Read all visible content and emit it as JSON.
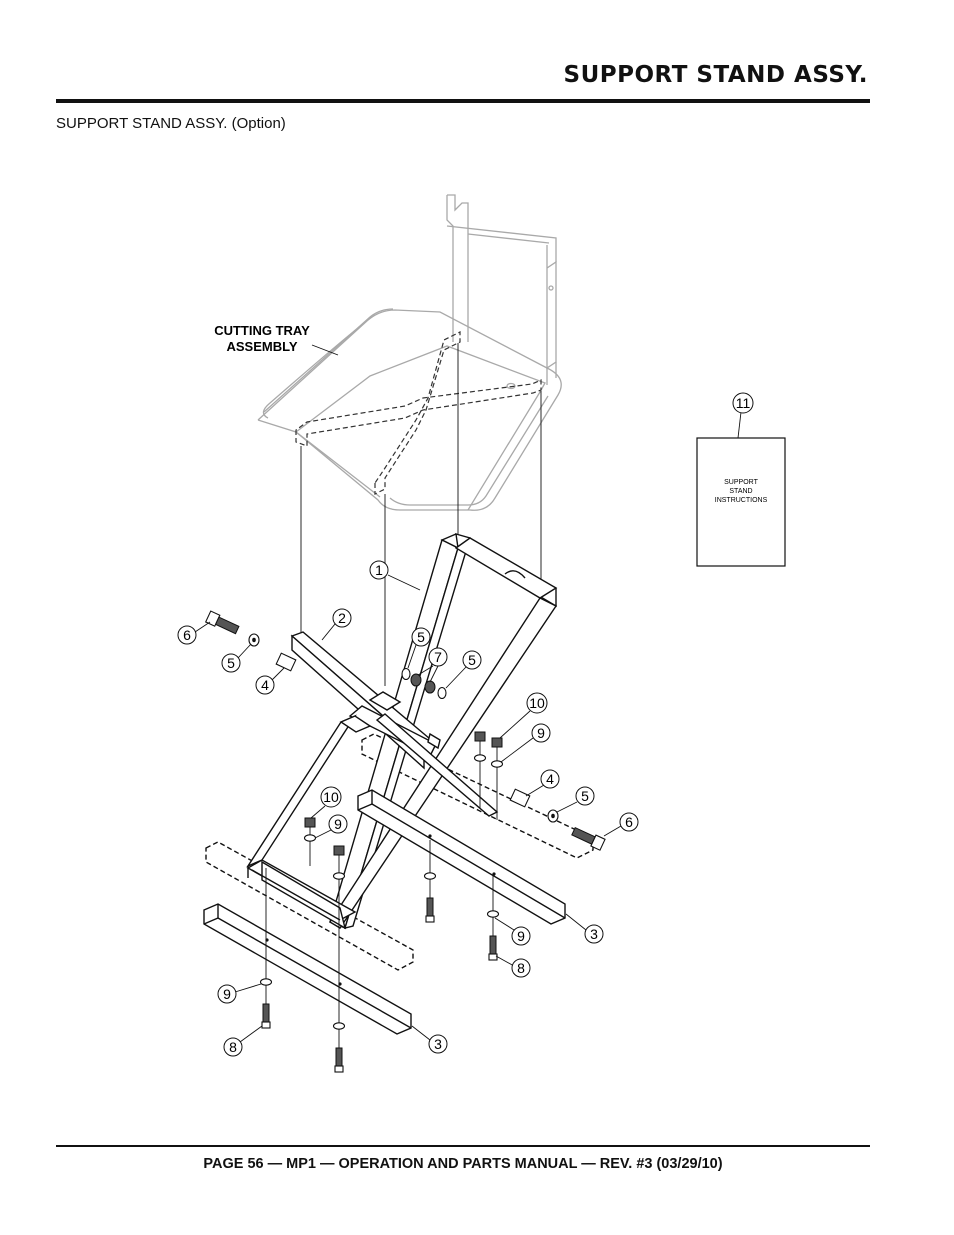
{
  "header": {
    "title": "SUPPORT STAND ASSY.",
    "subtitle": "SUPPORT STAND ASSY. (Option)"
  },
  "diagram": {
    "tray_label_line1": "CUTTING TRAY",
    "tray_label_line2": "ASSEMBLY",
    "booklet": {
      "line1": "SUPPORT",
      "line2": "STAND",
      "line3": "INSTRUCTIONS"
    },
    "callouts": {
      "c1": "1",
      "c2": "2",
      "c3a": "3",
      "c3b": "3",
      "c4a": "4",
      "c4b": "4",
      "c5a": "5",
      "c5b": "5",
      "c5c": "5",
      "c5d": "5",
      "c6a": "6",
      "c6b": "6",
      "c7": "7",
      "c8a": "8",
      "c8b": "8",
      "c9a": "9",
      "c9b": "9",
      "c9c": "9",
      "c9d": "9",
      "c10a": "10",
      "c10b": "10",
      "c11": "11"
    }
  },
  "footer": {
    "text": "PAGE 56 — MP1 — OPERATION AND PARTS MANUAL — REV. #3  (03/29/10)"
  }
}
